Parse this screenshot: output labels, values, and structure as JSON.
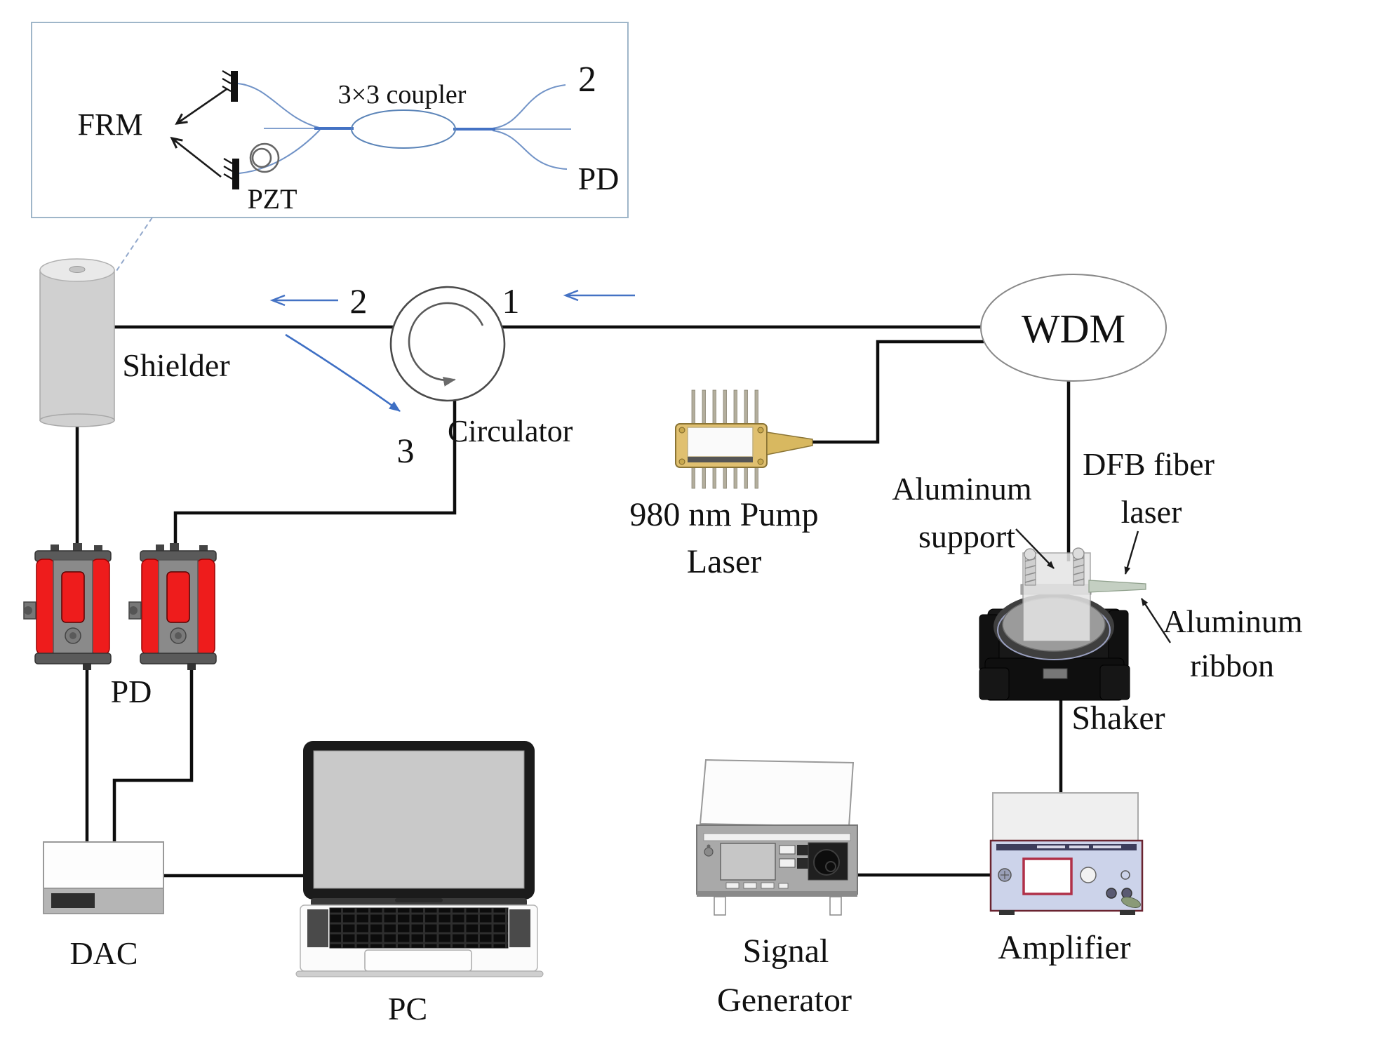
{
  "figure": {
    "type": "experimental-setup-diagram",
    "description": "Fiber-optic interferometric vibration sensing setup"
  },
  "inset": {
    "frm": "FRM",
    "pzt": "PZT",
    "coupler": "3×3 coupler",
    "port2": "2",
    "pd": "PD"
  },
  "labels": {
    "shielder": "Shielder",
    "circulator": "Circulator",
    "port1": "1",
    "port2": "2",
    "port3": "3",
    "wdm": "WDM",
    "pump_line1": "980 nm Pump",
    "pump_line2": "Laser",
    "pd": "PD",
    "dac": "DAC",
    "pc": "PC",
    "signal_line1": "Signal",
    "signal_line2": "Generator",
    "amplifier": "Amplifier",
    "shaker": "Shaker",
    "dfb_line1": "DFB fiber",
    "dfb_line2": "laser",
    "al_support_line1": "Aluminum",
    "al_support_line2": "support",
    "al_ribbon_line1": "Aluminum",
    "al_ribbon_line2": "ribbon"
  },
  "colors": {
    "fiber_line": "#0d0d0d",
    "annotation_blue": "#4472c4",
    "inset_fiber_blue": "#7193c7",
    "pd_red": "#ee1c1c",
    "pump_gold": "#e0c070",
    "amp_panel": "#ccd3ea",
    "ribbon_green": "#c4cfc2"
  }
}
